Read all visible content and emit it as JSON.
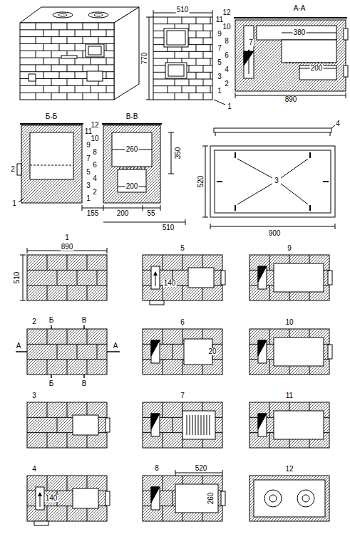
{
  "diagram": {
    "labels": [
      "510",
      "770",
      "12",
      "11",
      "10",
      "9",
      "8",
      "7",
      "6",
      "5",
      "4",
      "3",
      "2",
      "1",
      "1",
      "А-А",
      "7",
      "380",
      "200",
      "890",
      "Б-Б",
      "2",
      "1",
      "12",
      "11",
      "10",
      "9",
      "8",
      "7",
      "6",
      "5",
      "4",
      "3",
      "2",
      "1",
      "В-В",
      "260",
      "350",
      "200",
      "155",
      "200",
      "55",
      "510",
      "4",
      "520",
      "3",
      "900",
      "1",
      "890",
      "510",
      "5",
      "140",
      "9",
      "2",
      "Б",
      "В",
      "А",
      "А",
      "Б",
      "В",
      "6",
      "20",
      "10",
      "3",
      "7",
      "11",
      "4",
      "140",
      "8",
      "520",
      "260",
      "12"
    ]
  }
}
